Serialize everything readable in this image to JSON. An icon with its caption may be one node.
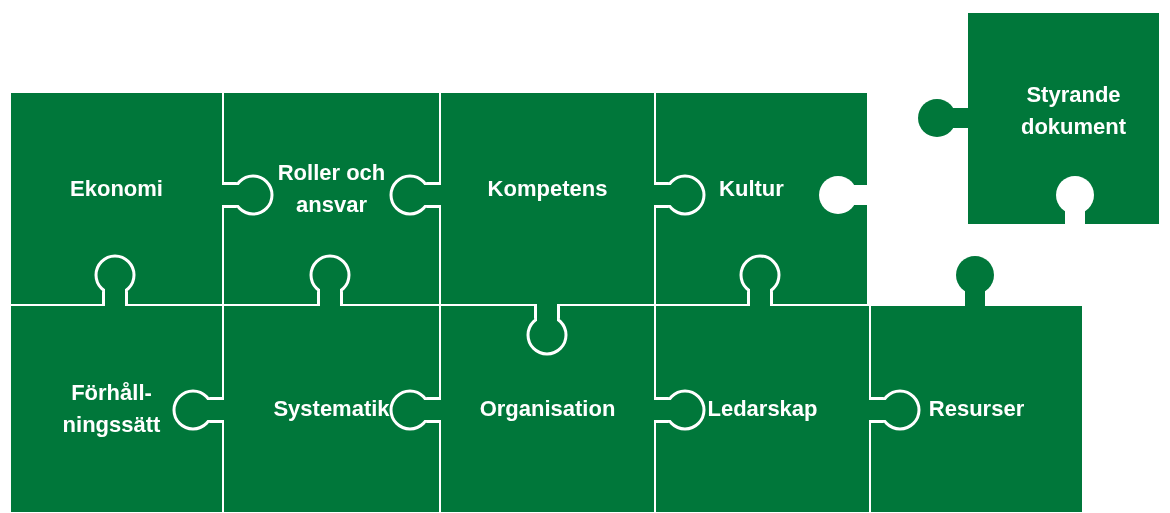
{
  "diagram": {
    "nodes": [
      {
        "text": [
          "Ekonomi"
        ]
      },
      {
        "text": [
          "Roller och ansvar"
        ]
      },
      {
        "text": [
          "Kompetens"
        ]
      },
      {
        "text": [
          "Kultur"
        ]
      },
      {
        "text": [
          "Styrande dokument"
        ]
      },
      {
        "text": [
          "Förhåll-ningssätt"
        ]
      },
      {
        "text": [
          "Systematik"
        ]
      },
      {
        "text": [
          "Organisation"
        ]
      },
      {
        "text": [
          "Ledarskap"
        ]
      },
      {
        "text": [
          "Resurser"
        ]
      }
    ]
  }
}
